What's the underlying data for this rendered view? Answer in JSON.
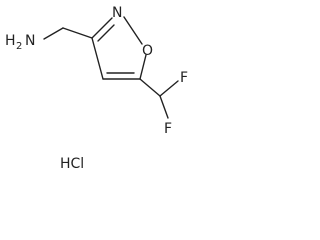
{
  "molecule": {
    "atoms": {
      "amine": "H",
      "amine_sub": "2",
      "amine_n": "N",
      "ring_n": "N",
      "ring_o": "O",
      "fluorine_top": "F",
      "fluorine_bottom": "F"
    },
    "salt": "HCl"
  },
  "colors": {
    "ink": "#222222",
    "background": "#ffffff"
  }
}
